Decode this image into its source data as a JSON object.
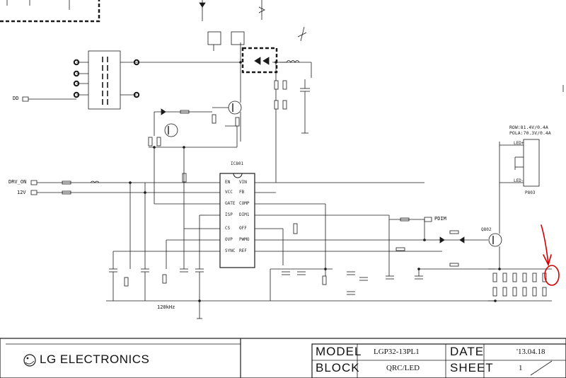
{
  "signals": {
    "dd": "DD",
    "drv_on": "DRV_ON",
    "v12": "12V",
    "pdim": "PDIM",
    "freq": "120kHz"
  },
  "ic": {
    "ref": "IC801",
    "pins_left": [
      "EN",
      "VCC",
      "GATE",
      "ISP",
      "CS",
      "OVP",
      "SYNC"
    ],
    "pins_right": [
      "VIN",
      "FB",
      "COMP",
      "DIM1",
      "OFF",
      "PWMO",
      "REF"
    ]
  },
  "led_connector": {
    "ref": "P803",
    "row_note": "ROW:81.4V/0.4A",
    "pola_note": "POLA:70.3V/0.4A",
    "pin_top": "LED+",
    "pin_bottom": "LED-"
  },
  "transistor_q802": "Q802",
  "title_block": {
    "logo": "LG ELECTRONICS",
    "model_label": "MODEL",
    "model_value": "LGP32-13PL1",
    "date_label": "DATE",
    "date_value": "'13.04.18",
    "block_label": "BLOCK",
    "block_value": "QRC/LED",
    "sheet_label": "SHEET",
    "sheet_value": "1"
  },
  "colors": {
    "wire": "#1a1a1a",
    "annotation": "#d40000"
  }
}
